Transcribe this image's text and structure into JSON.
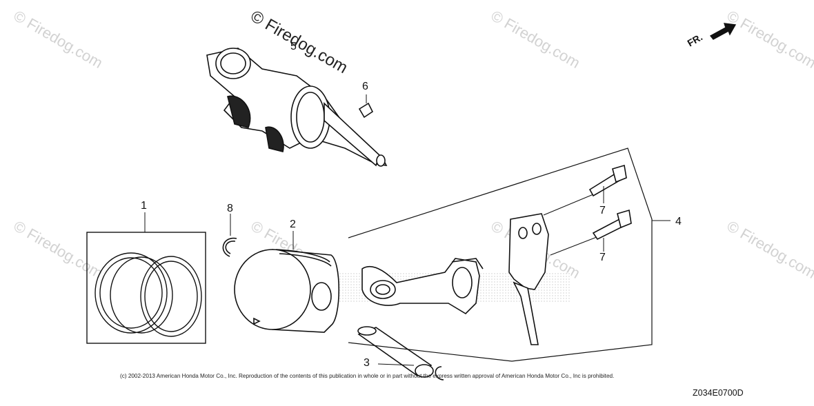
{
  "watermark": {
    "text": "© Firedog.com"
  },
  "callouts": {
    "c1": "1",
    "c2": "2",
    "c3": "3",
    "c4": "4",
    "c5": "5",
    "c6": "6",
    "c7a": "7",
    "c7b": "7",
    "c8": "8"
  },
  "front_indicator": "FR.",
  "copyright": "(c) 2002-2013 American Honda Motor Co., Inc. Reproduction of the contents of this publication in whole or in part without the express written approval of American Honda Motor Co., Inc is prohibited.",
  "diagram_code": "Z034E0700D"
}
